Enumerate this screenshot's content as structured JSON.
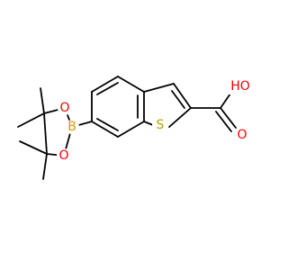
{
  "molecule": {
    "description_labels": {
      "sulfur": "S",
      "boron": "B",
      "oxygen_ring_top": "O",
      "oxygen_ring_bottom": "O",
      "carbonyl_oxygen": "O",
      "hydroxyl": "HO"
    },
    "colors": {
      "sulfur": "#b8a000",
      "boron": "#d89a00",
      "oxygen": "#ff0000",
      "bond": "#000000"
    }
  }
}
